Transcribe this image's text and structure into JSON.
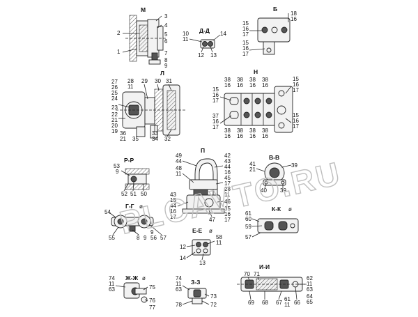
{
  "views": {
    "M": {
      "title": "М",
      "labels": [
        "3",
        "4",
        "2",
        "5",
        "6",
        "1",
        "7",
        "8",
        "9"
      ]
    },
    "B": {
      "title": "Б",
      "labels": [
        "18",
        "16",
        "15",
        "16",
        "17",
        "15",
        "16",
        "17"
      ]
    },
    "DD": {
      "title": "Д-Д",
      "labels": [
        "10",
        "11",
        "14",
        "12",
        "13"
      ]
    },
    "L": {
      "title": "Л",
      "labels": [
        "27",
        "26",
        "25",
        "24",
        "23",
        "22",
        "21",
        "20",
        "19",
        "28",
        "11",
        "29",
        "30",
        "31",
        "36",
        "21",
        "35",
        "33",
        "34",
        "32"
      ]
    },
    "N": {
      "title": "Н",
      "labels": [
        "15",
        "16",
        "17",
        "38",
        "16",
        "38",
        "16",
        "38",
        "16",
        "38",
        "16",
        "15",
        "16",
        "17",
        "37",
        "16",
        "17",
        "15",
        "16",
        "17",
        "38",
        "16",
        "38",
        "16",
        "38",
        "16",
        "38",
        "16"
      ]
    },
    "RR": {
      "title": "Р-Р",
      "labels": [
        "53",
        "9",
        "52",
        "51",
        "50"
      ]
    },
    "P": {
      "title": "П",
      "labels": [
        "49",
        "44",
        "48",
        "11",
        "42",
        "43",
        "44",
        "16",
        "45",
        "17",
        "28",
        "11",
        "46",
        "43",
        "15",
        "44",
        "16",
        "17",
        "47",
        "15",
        "16",
        "17"
      ]
    },
    "VV": {
      "title": "В-В",
      "labels": [
        "41",
        "21",
        "39",
        "40",
        "39"
      ]
    },
    "GG": {
      "title": "Г-Г",
      "labels": [
        "54",
        "55",
        "8",
        "9",
        "56",
        "9",
        "57"
      ]
    },
    "KK": {
      "title": "К-К",
      "labels": [
        "61",
        "60",
        "59",
        "57"
      ]
    },
    "EE": {
      "title": "Е-Е",
      "labels": [
        "58",
        "11",
        "12",
        "14",
        "13"
      ]
    },
    "II": {
      "title": "И-И",
      "labels": [
        "70",
        "71",
        "62",
        "11",
        "63",
        "69",
        "68",
        "67",
        "61",
        "11",
        "66",
        "64",
        "65"
      ]
    },
    "ZhZh": {
      "title": "Ж-Ж",
      "labels": [
        "74",
        "11",
        "63",
        "75",
        "76",
        "77"
      ]
    },
    "ZZ": {
      "title": "З-З",
      "labels": [
        "74",
        "11",
        "63",
        "73",
        "78",
        "72"
      ]
    }
  },
  "watermark": "PLCAVTO.RU"
}
